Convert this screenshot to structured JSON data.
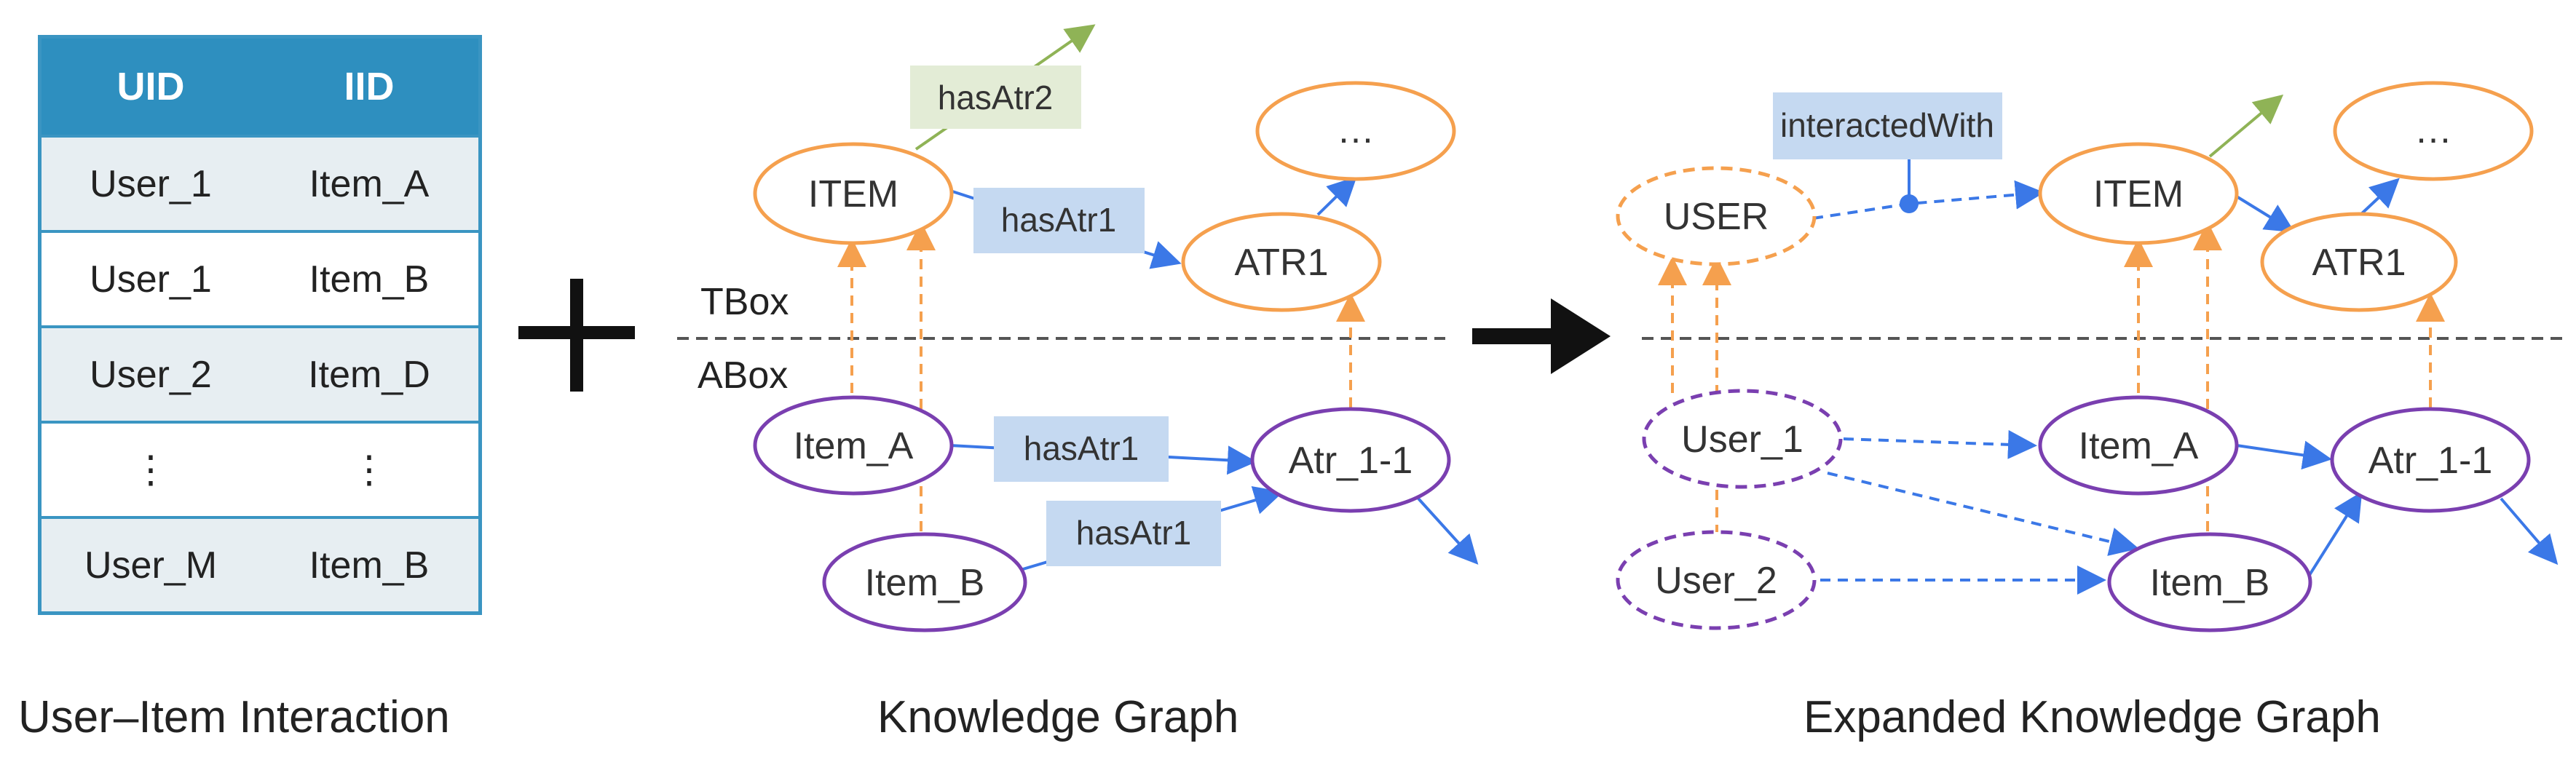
{
  "table": {
    "headers": [
      "UID",
      "IID"
    ],
    "rows": [
      [
        "User_1",
        "Item_A"
      ],
      [
        "User_1",
        "Item_B"
      ],
      [
        "User_2",
        "Item_D"
      ],
      [
        "⋮",
        "⋮"
      ],
      [
        "User_M",
        "Item_B"
      ]
    ]
  },
  "captions": {
    "left": "User–Item Interaction",
    "middle": "Knowledge Graph",
    "right": "Expanded Knowledge Graph"
  },
  "kg": {
    "tbox_label": "TBox",
    "abox_label": "ABox",
    "nodes": {
      "item": "ITEM",
      "atr1": "ATR1",
      "more": "…",
      "item_a": "Item_A",
      "item_b": "Item_B",
      "atr_1_1": "Atr_1-1"
    },
    "edges": {
      "has_atr2": "hasAtr2",
      "has_atr1_tbox": "hasAtr1",
      "has_atr1_a": "hasAtr1",
      "has_atr1_b": "hasAtr1"
    }
  },
  "ekg": {
    "nodes": {
      "user": "USER",
      "item": "ITEM",
      "atr1": "ATR1",
      "more": "…",
      "user_1": "User_1",
      "user_2": "User_2",
      "item_a": "Item_A",
      "item_b": "Item_B",
      "atr_1_1": "Atr_1-1"
    },
    "edges": {
      "interacted_with": "interactedWith"
    }
  },
  "colors": {
    "header_blue": "#2e8fbf",
    "orange": "#f5a04e",
    "purple": "#7a3fb0",
    "blue_edge": "#3b78e7",
    "green_edge": "#8fb356",
    "label_blue_bg": "#c5d9f1",
    "label_green_bg": "#e3ecd6",
    "dashed_line": "#555555"
  }
}
